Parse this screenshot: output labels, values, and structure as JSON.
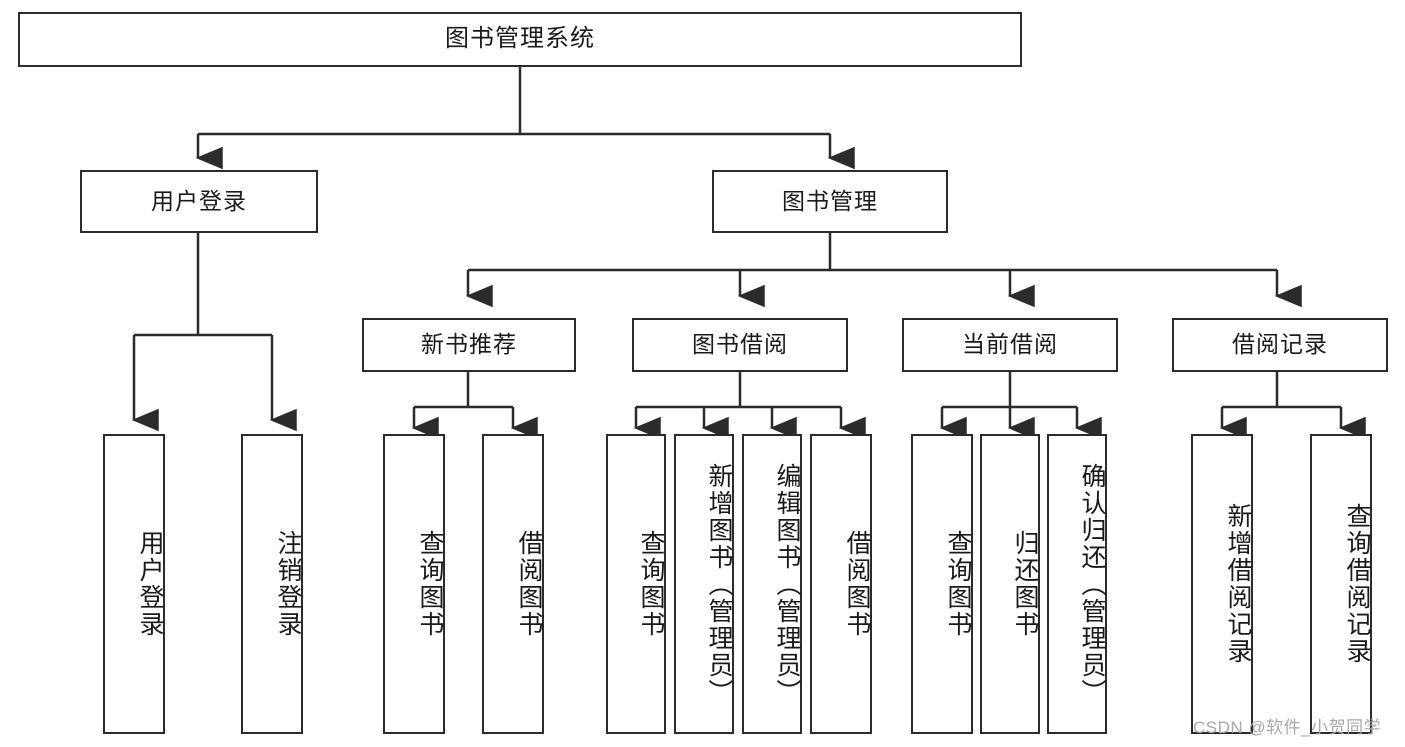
{
  "diagram": {
    "type": "hierarchy-tree",
    "title": "图书管理系统",
    "watermark": "CSDN @软件_小贺同学",
    "colors": {
      "box_border": "#2b2b2b",
      "box_fill": "#ffffff",
      "connector": "#2b2b2b",
      "text": "#1a1a1a",
      "watermark": "#a8a8a8",
      "background": "#ffffff"
    },
    "levels": {
      "root": "图书管理系统",
      "level2": [
        "用户登录",
        "图书管理"
      ],
      "level3": [
        "新书推荐",
        "图书借阅",
        "当前借阅",
        "借阅记录"
      ]
    },
    "nodes": {
      "root": {
        "label": "图书管理系统"
      },
      "user_login": {
        "label": "用户登录"
      },
      "book_manage": {
        "label": "图书管理"
      },
      "new_book_rec": {
        "label": "新书推荐"
      },
      "book_borrow": {
        "label": "图书借阅"
      },
      "current_borrow": {
        "label": "当前借阅"
      },
      "borrow_record": {
        "label": "借阅记录"
      },
      "leaf_user_login": {
        "label": "用户登录"
      },
      "leaf_user_logout": {
        "label": "注销登录"
      },
      "leaf_query_book_1": {
        "label": "查询图书"
      },
      "leaf_borrow_book_1": {
        "label": "借阅图书"
      },
      "leaf_query_book_2": {
        "label": "查询图书"
      },
      "leaf_add_book": {
        "label": "新增图书（管理员）"
      },
      "leaf_edit_book": {
        "label": "编辑图书（管理员）"
      },
      "leaf_borrow_book_2": {
        "label": "借阅图书"
      },
      "leaf_query_book_3": {
        "label": "查询图书"
      },
      "leaf_return_book": {
        "label": "归还图书"
      },
      "leaf_confirm_return": {
        "label": "确认归还（管理员）"
      },
      "leaf_add_record": {
        "label": "新增借阅记录"
      },
      "leaf_query_record": {
        "label": "查询借阅记录"
      }
    }
  }
}
